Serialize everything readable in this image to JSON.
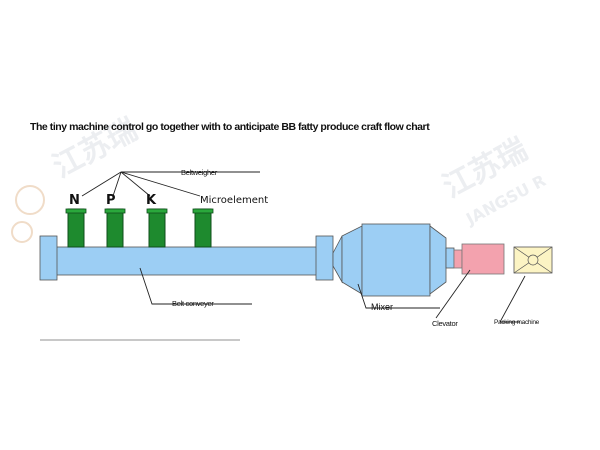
{
  "title": "The tiny machine control go together with to anticipate BB fatty produce craft flow chart",
  "watermark": {
    "text_cn": "江苏瑞",
    "text_en": "JANGSU R"
  },
  "nutrients": [
    "N",
    "P",
    "K"
  ],
  "labels": {
    "beltweigher": "Beltweigher",
    "microelement": "Microelement",
    "belt_conveyer": "Belt conveyer",
    "mixer": "Mixer",
    "elevator": "Clevator",
    "packing_machine": "Packing machine"
  },
  "colors": {
    "conveyor_fill": "#9ccef4",
    "hopper_fill": "#1e8a2e",
    "elevator_fill": "#f3a2ae",
    "packing_fill": "#fcf4c4",
    "watermark": "#e7e9ec"
  }
}
